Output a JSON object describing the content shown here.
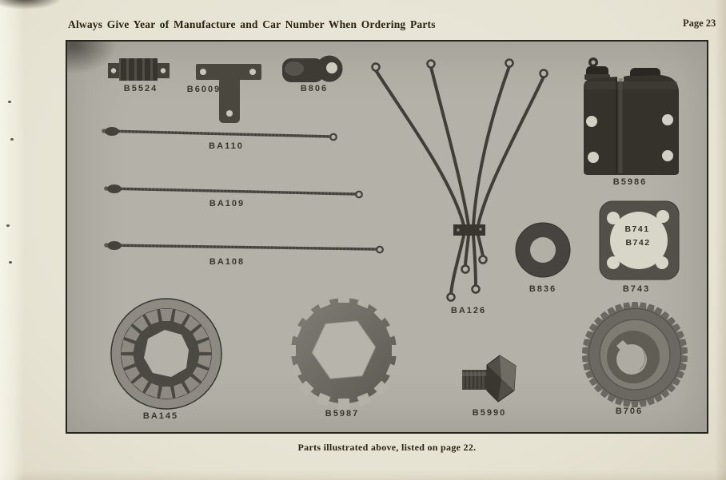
{
  "page": {
    "header_note": "Always Give Year of Manufacture and Car Number When Ordering Parts",
    "page_number": "Page 23",
    "footer_note": "Parts illustrated above, listed on page 22."
  },
  "colors": {
    "paper": "#e9e5d6",
    "panel_background": "#b4b1a8",
    "panel_border": "#26221c",
    "ink": "#29220f",
    "part_dark": "#3e3b34",
    "part_gray": "#8e8a82"
  },
  "part_labels": {
    "b5524": "B5524",
    "b6009": "B6009",
    "b806": "B806",
    "ba110": "BA110",
    "ba109": "BA109",
    "ba108": "BA108",
    "b5986": "B5986",
    "ba126": "BA126",
    "b836": "B836",
    "b741": "B741",
    "b742": "B742",
    "b743": "B743",
    "ba145": "BA145",
    "b5987": "B5987",
    "b5990": "B5990",
    "b706": "B706"
  }
}
